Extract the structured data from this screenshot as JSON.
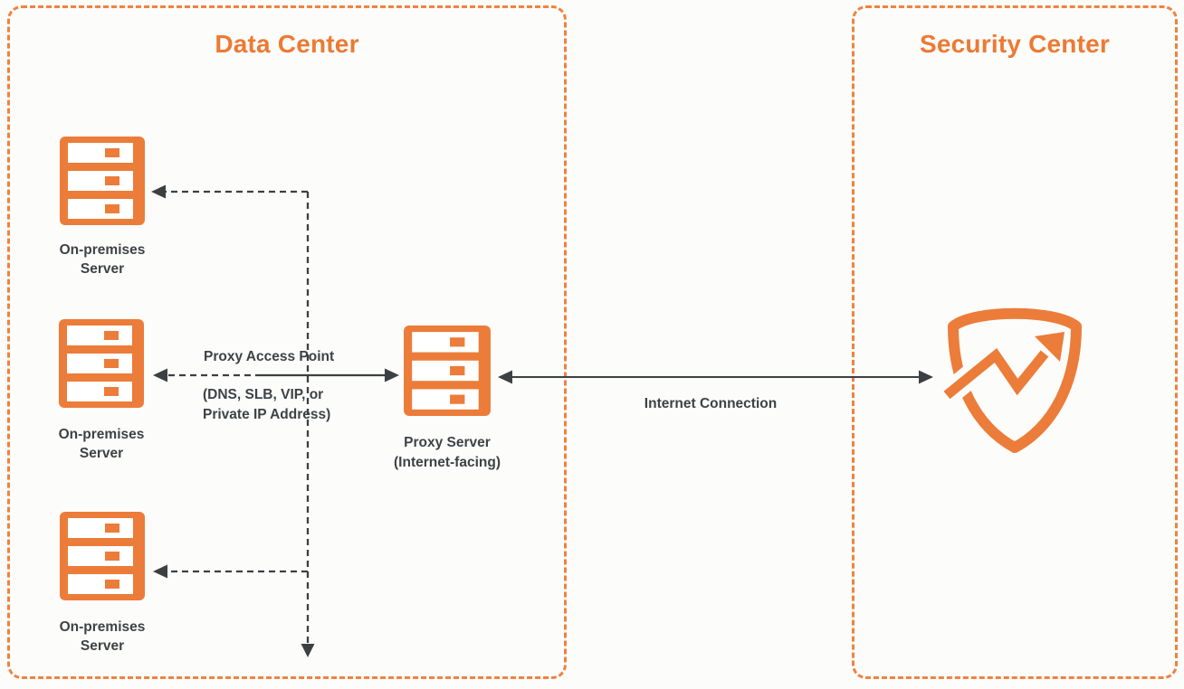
{
  "colors": {
    "accent_orange": "#ec7a33",
    "border_orange": "#f0823f",
    "arrow_dark": "#3c4043",
    "label_dark": "#3e4245",
    "background": "#fcfcfb"
  },
  "data_center": {
    "title": "Data Center",
    "servers": [
      {
        "icon": "server-rack-icon",
        "label": "On-premises Server"
      },
      {
        "icon": "server-rack-icon",
        "label": "On-premises Server"
      },
      {
        "icon": "server-rack-icon",
        "label": "On-premises Server"
      }
    ],
    "proxy_server": {
      "icon": "server-rack-icon",
      "label_line1": "Proxy Server",
      "label_line2": "(Internet-facing)"
    },
    "proxy_access_point": {
      "title": "Proxy Access Point",
      "subtitle": "(DNS, SLB, VIP, or Private IP Address)"
    }
  },
  "security_center": {
    "title": "Security Center",
    "icon": "security-shield-arrow-icon"
  },
  "connections": {
    "internet_label": "Internet Connection",
    "proxy_to_onprem_style": "dashed",
    "internet_style": "solid"
  }
}
